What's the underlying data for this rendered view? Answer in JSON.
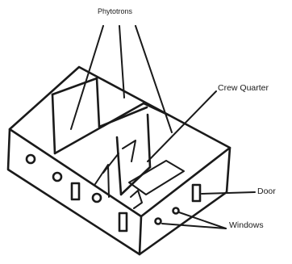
{
  "labels": {
    "phytotrons": "Phytotrons",
    "crew_quarter": "Crew Quarter",
    "door": "Door",
    "windows": "Windows"
  },
  "colors": {
    "line": "#1a1a1a",
    "background": "#ffffff"
  }
}
